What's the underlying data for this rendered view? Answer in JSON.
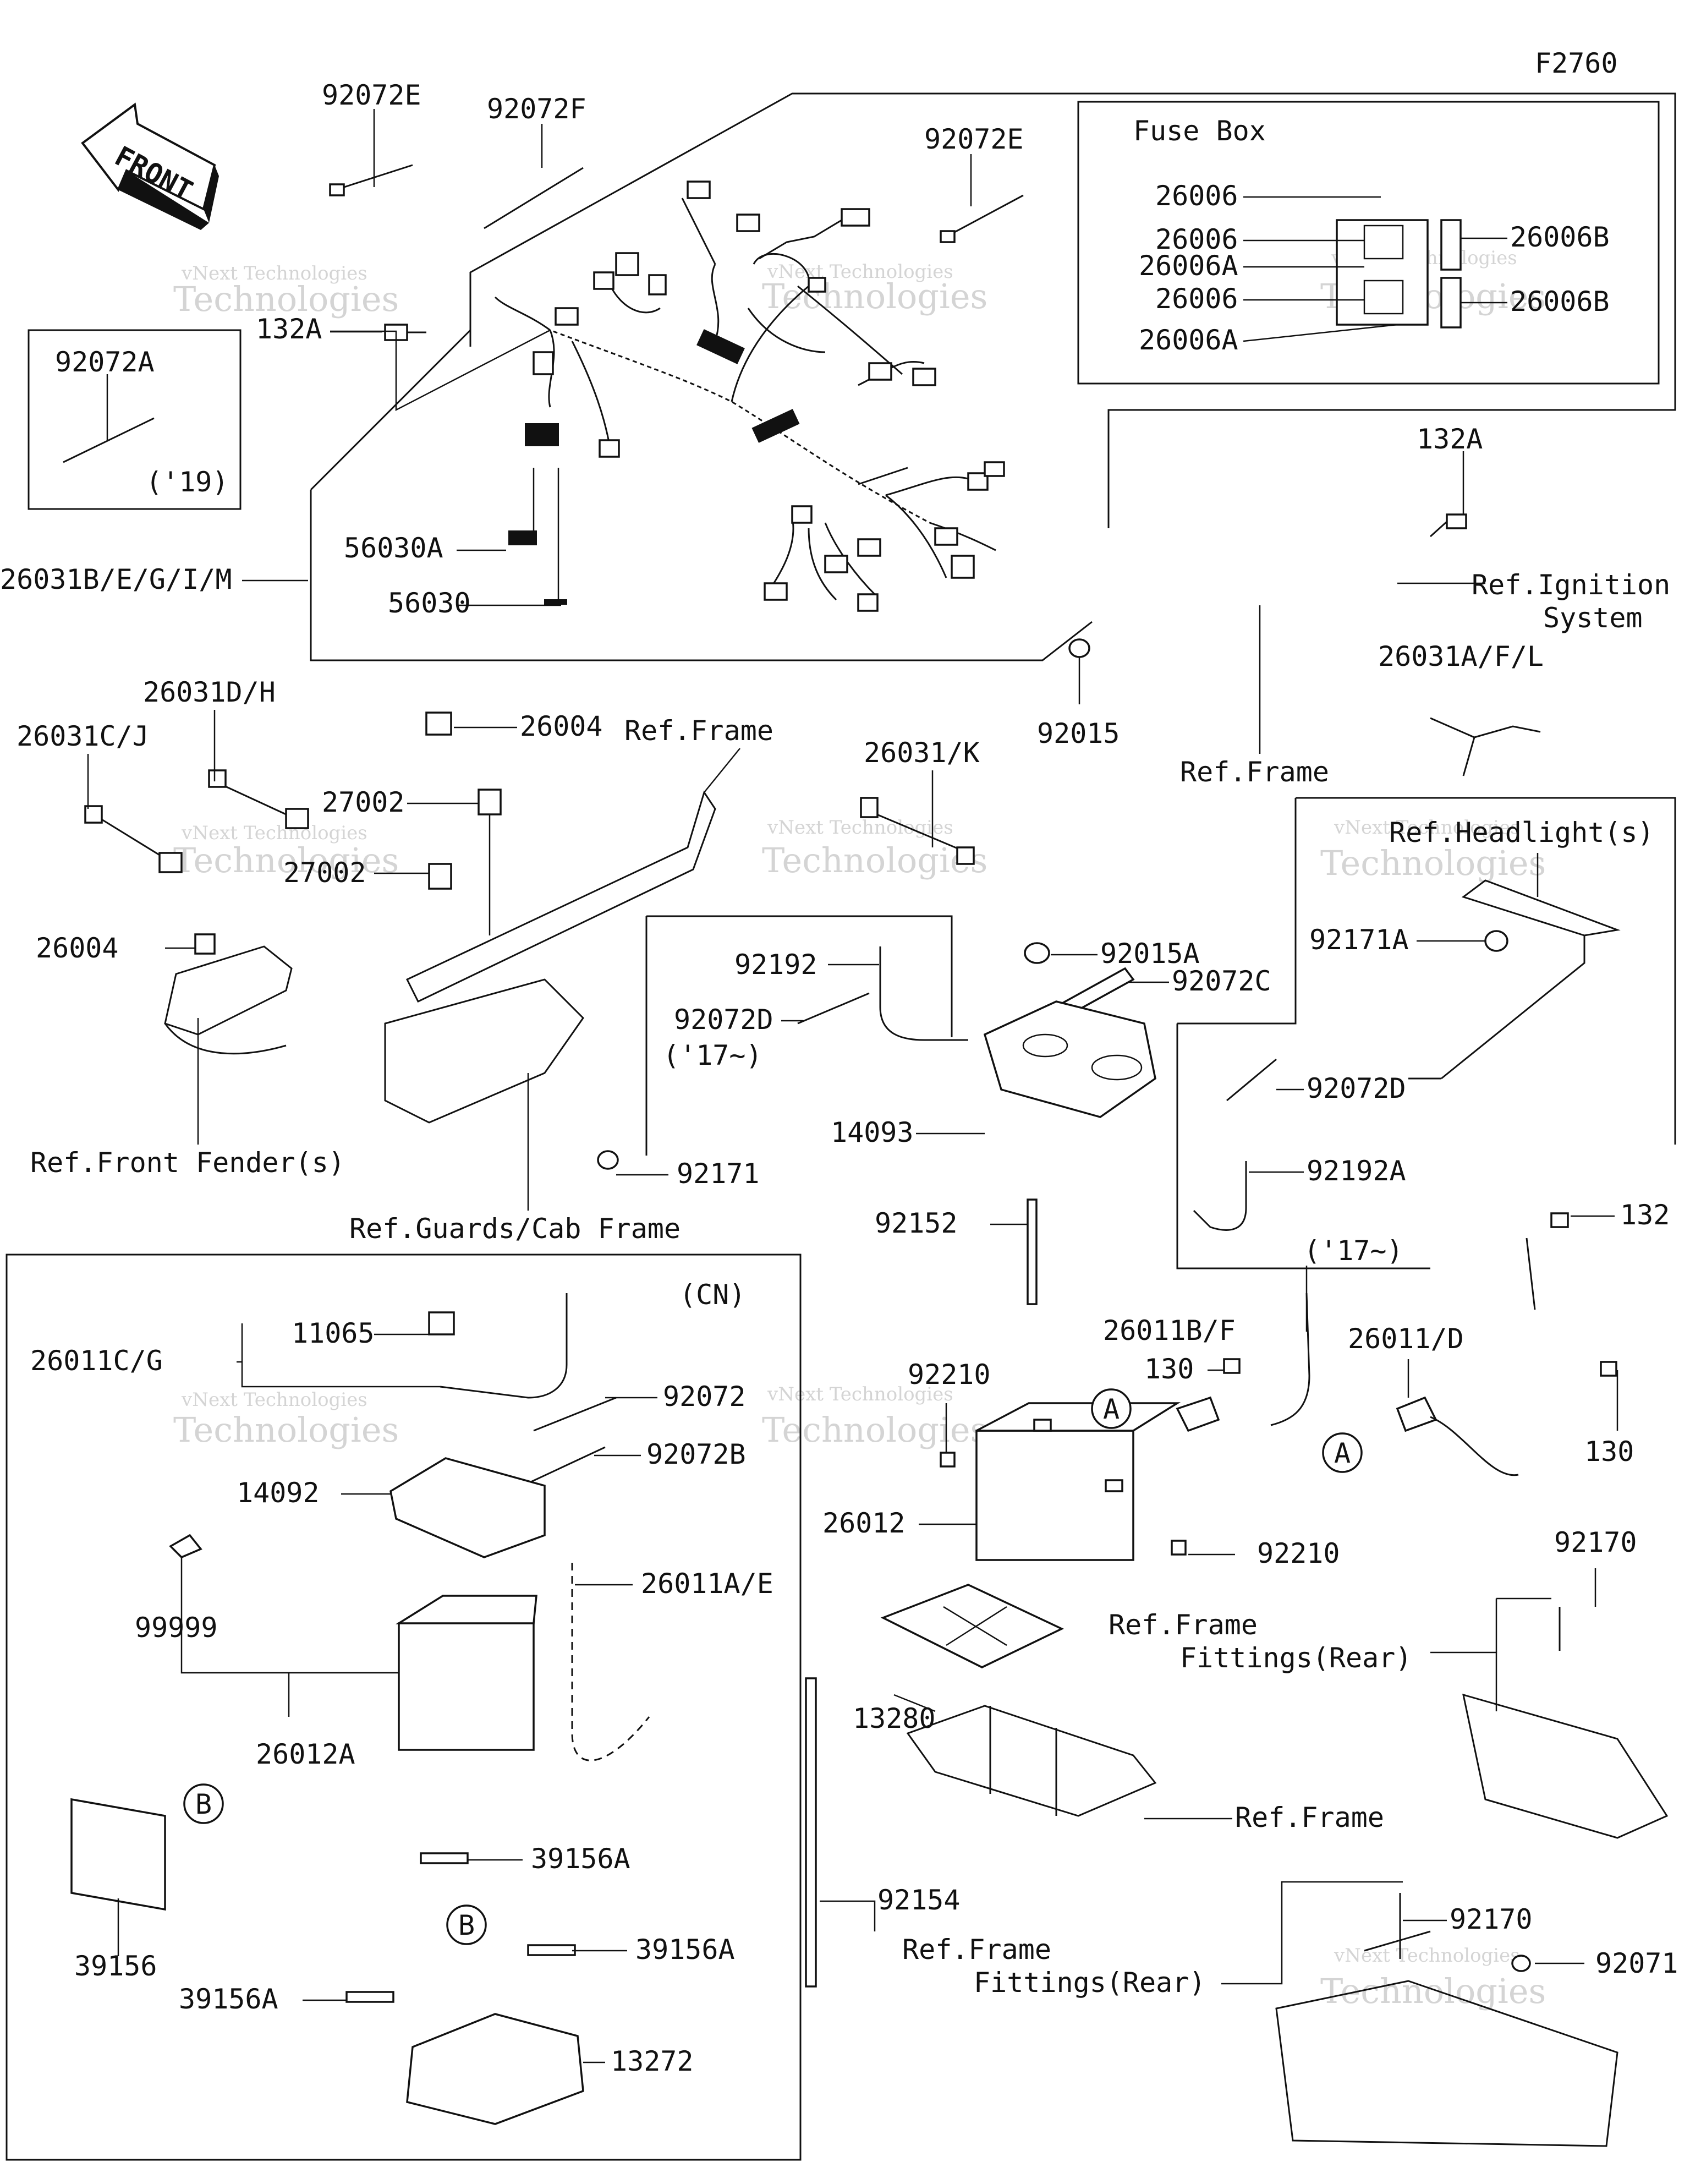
{
  "diagram_id": "F2760",
  "front_label": "FRONT",
  "fuse_box": {
    "title": "Fuse Box",
    "labels": [
      "26006",
      "26006",
      "26006A",
      "26006",
      "26006A",
      "26006B",
      "26006B"
    ]
  },
  "watermark": {
    "line1": "vNext Technologies",
    "line2": "Technologies",
    "small": "vNext"
  },
  "labels": {
    "92072E_a": "92072E",
    "92072F": "92072F",
    "92072E_b": "92072E",
    "132A_a": "132A",
    "92072A": "92072A",
    "note19": "('19)",
    "56030A": "56030A",
    "56030": "56030",
    "26031BEGIM": "26031B/E/G/I/M",
    "26004_a": "26004",
    "92015": "92015",
    "132A_b": "132A",
    "ref_ignition_1": "Ref.Ignition",
    "ref_ignition_2": "System",
    "26031AFL": "26031A/F/L",
    "ref_frame_a": "Ref.Frame",
    "26031DH": "26031D/H",
    "26031CJ": "26031C/J",
    "27002_a": "27002",
    "27002_b": "27002",
    "ref_frame_b": "Ref.Frame",
    "26031K": "26031/K",
    "ref_headlights": "Ref.Headlight(s)",
    "26004_b": "26004",
    "92192": "92192",
    "92015A": "92015A",
    "92072D_a": "92072D",
    "note17_a": "('17~)",
    "92072C": "92072C",
    "92171A": "92171A",
    "14093": "14093",
    "92072D_b": "92072D",
    "92192A": "92192A",
    "ref_front_fender": "Ref.Front Fender(s)",
    "92171": "92171",
    "ref_guards": "Ref.Guards/Cab Frame",
    "92152": "92152",
    "note17_b": "('17~)",
    "132": "132",
    "CN": "(CN)",
    "11065": "11065",
    "26011CG": "26011C/G",
    "92072": "92072",
    "92072B": "92072B",
    "14092": "14092",
    "26011AE": "26011A/E",
    "99999": "99999",
    "26012A": "26012A",
    "39156A_a": "39156A",
    "39156": "39156",
    "39156A_b": "39156A",
    "39156A_c": "39156A",
    "13272": "13272",
    "92210_a": "92210",
    "26011BF": "26011B/F",
    "130_a": "130",
    "26011D": "26011/D",
    "130_b": "130",
    "26012": "26012",
    "92210_b": "92210",
    "ref_frame_c": "Ref.Frame",
    "fittings_rear_a": "Fittings(Rear)",
    "92170_a": "92170",
    "13280": "13280",
    "ref_frame_d": "Ref.Frame",
    "92154": "92154",
    "ref_frame_e": "Ref.Frame",
    "fittings_rear_b": "Fittings(Rear)",
    "92170_b": "92170",
    "92071": "92071",
    "circle_A1": "A",
    "circle_A2": "A",
    "circle_B1": "B",
    "circle_B2": "B"
  }
}
